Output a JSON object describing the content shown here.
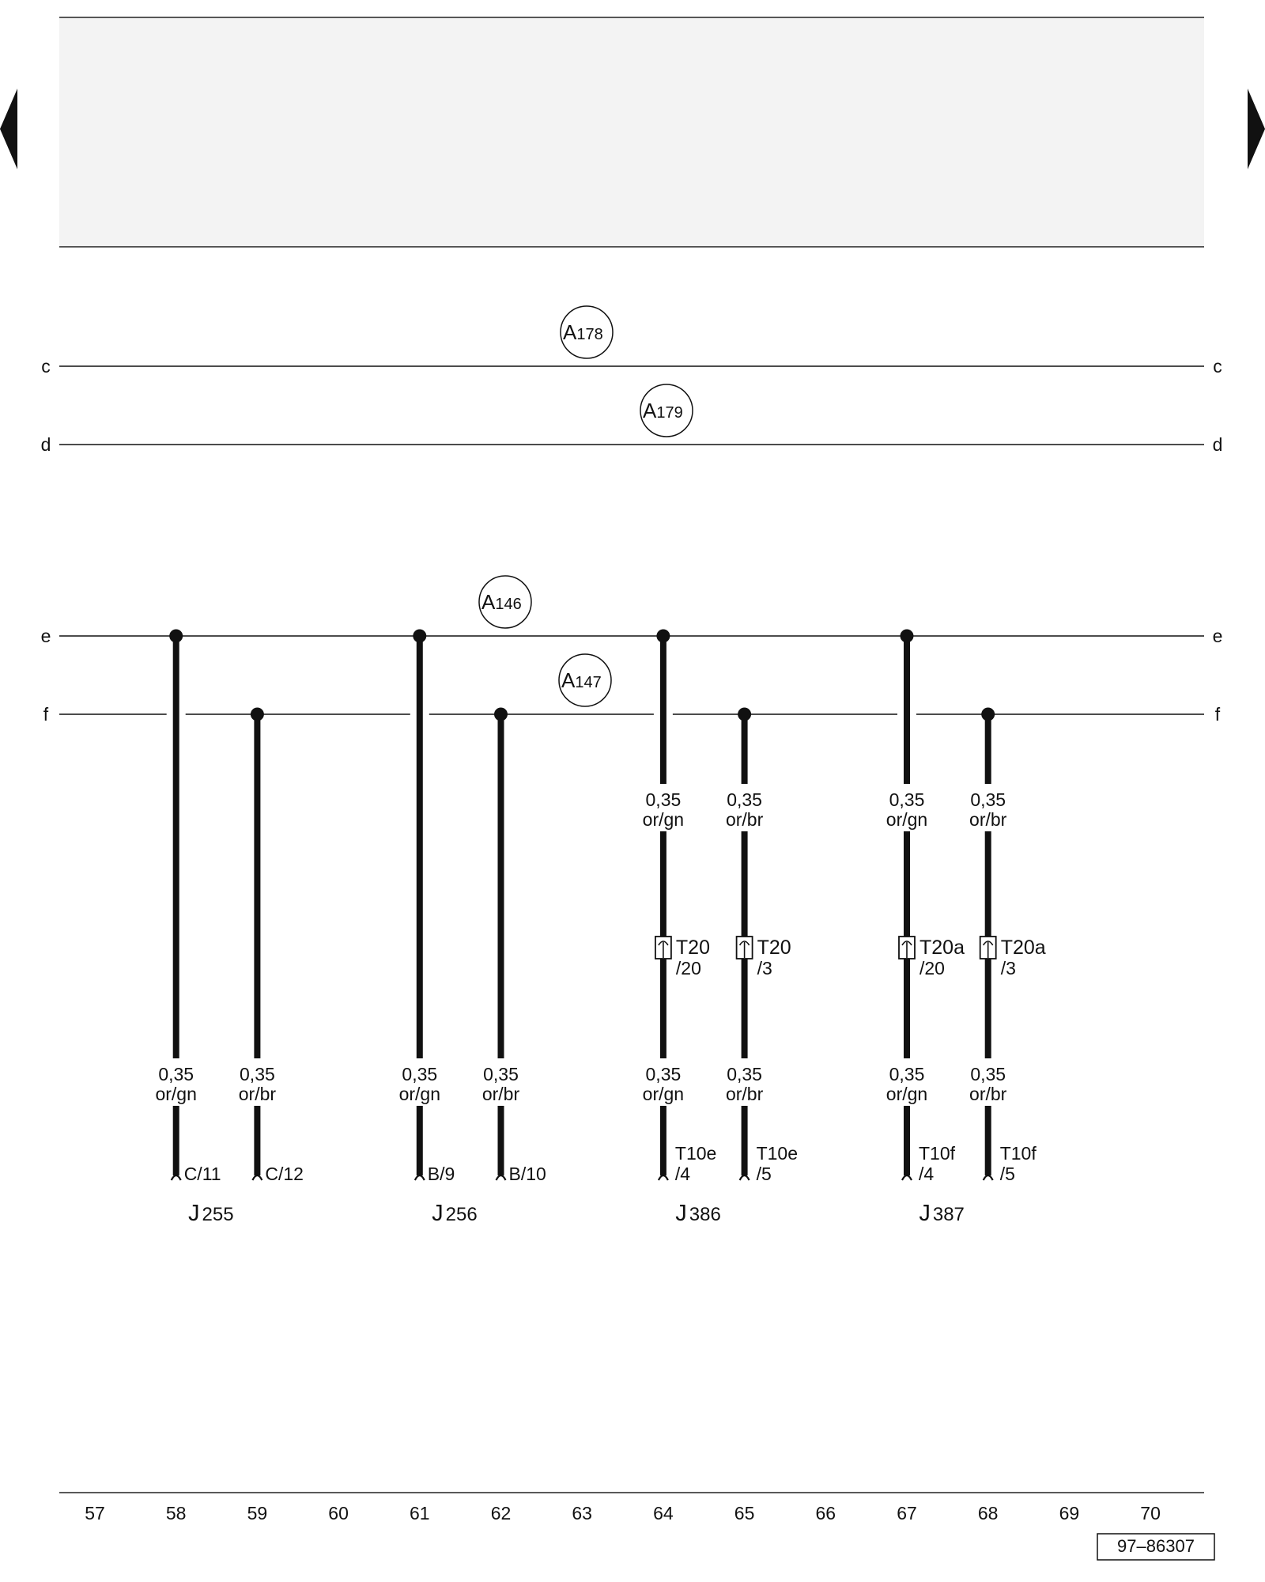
{
  "navigation": {
    "prev_icon": "triangle-left-icon",
    "next_icon": "triangle-right-icon"
  },
  "buses": [
    {
      "id": "c",
      "label": "c",
      "ref": {
        "letter": "A",
        "num": "178"
      }
    },
    {
      "id": "d",
      "label": "d",
      "ref": {
        "letter": "A",
        "num": "179"
      }
    },
    {
      "id": "e",
      "label": "e",
      "ref": {
        "letter": "A",
        "num": "146"
      }
    },
    {
      "id": "f",
      "label": "f",
      "ref": {
        "letter": "A",
        "num": "147"
      }
    }
  ],
  "wires": [
    {
      "column": "58",
      "bus": "e",
      "spec_lower": [
        "0,35",
        "or/gn"
      ],
      "terminal": [
        "C/11"
      ]
    },
    {
      "column": "59",
      "bus": "f",
      "spec_lower": [
        "0,35",
        "or/br"
      ],
      "terminal": [
        "C/12"
      ]
    },
    {
      "column": "61",
      "bus": "e",
      "spec_lower": [
        "0,35",
        "or/gn"
      ],
      "terminal": [
        "B/9"
      ]
    },
    {
      "column": "62",
      "bus": "f",
      "spec_lower": [
        "0,35",
        "or/br"
      ],
      "terminal": [
        "B/10"
      ]
    },
    {
      "column": "64",
      "bus": "e",
      "spec_upper": [
        "0,35",
        "or/gn"
      ],
      "connector": [
        "T20",
        "/20"
      ],
      "spec_lower": [
        "0,35",
        "or/gn"
      ],
      "terminal": [
        "T10e",
        "/4"
      ]
    },
    {
      "column": "65",
      "bus": "f",
      "spec_upper": [
        "0,35",
        "or/br"
      ],
      "connector": [
        "T20",
        "/3"
      ],
      "spec_lower": [
        "0,35",
        "or/br"
      ],
      "terminal": [
        "T10e",
        "/5"
      ]
    },
    {
      "column": "67",
      "bus": "e",
      "spec_upper": [
        "0,35",
        "or/gn"
      ],
      "connector": [
        "T20a",
        "/20"
      ],
      "spec_lower": [
        "0,35",
        "or/gn"
      ],
      "terminal": [
        "T10f",
        "/4"
      ]
    },
    {
      "column": "68",
      "bus": "f",
      "spec_upper": [
        "0,35",
        "or/br"
      ],
      "connector": [
        "T20a",
        "/3"
      ],
      "spec_lower": [
        "0,35",
        "or/br"
      ],
      "terminal": [
        "T10f",
        "/5"
      ]
    }
  ],
  "components": [
    {
      "letter": "J",
      "num": "255",
      "columns": [
        "58",
        "59"
      ]
    },
    {
      "letter": "J",
      "num": "256",
      "columns": [
        "61",
        "62"
      ]
    },
    {
      "letter": "J",
      "num": "386",
      "columns": [
        "64",
        "65"
      ]
    },
    {
      "letter": "J",
      "num": "387",
      "columns": [
        "67",
        "68"
      ]
    }
  ],
  "columns": [
    "57",
    "58",
    "59",
    "60",
    "61",
    "62",
    "63",
    "64",
    "65",
    "66",
    "67",
    "68",
    "69",
    "70"
  ],
  "drawing_number": "97–86307"
}
